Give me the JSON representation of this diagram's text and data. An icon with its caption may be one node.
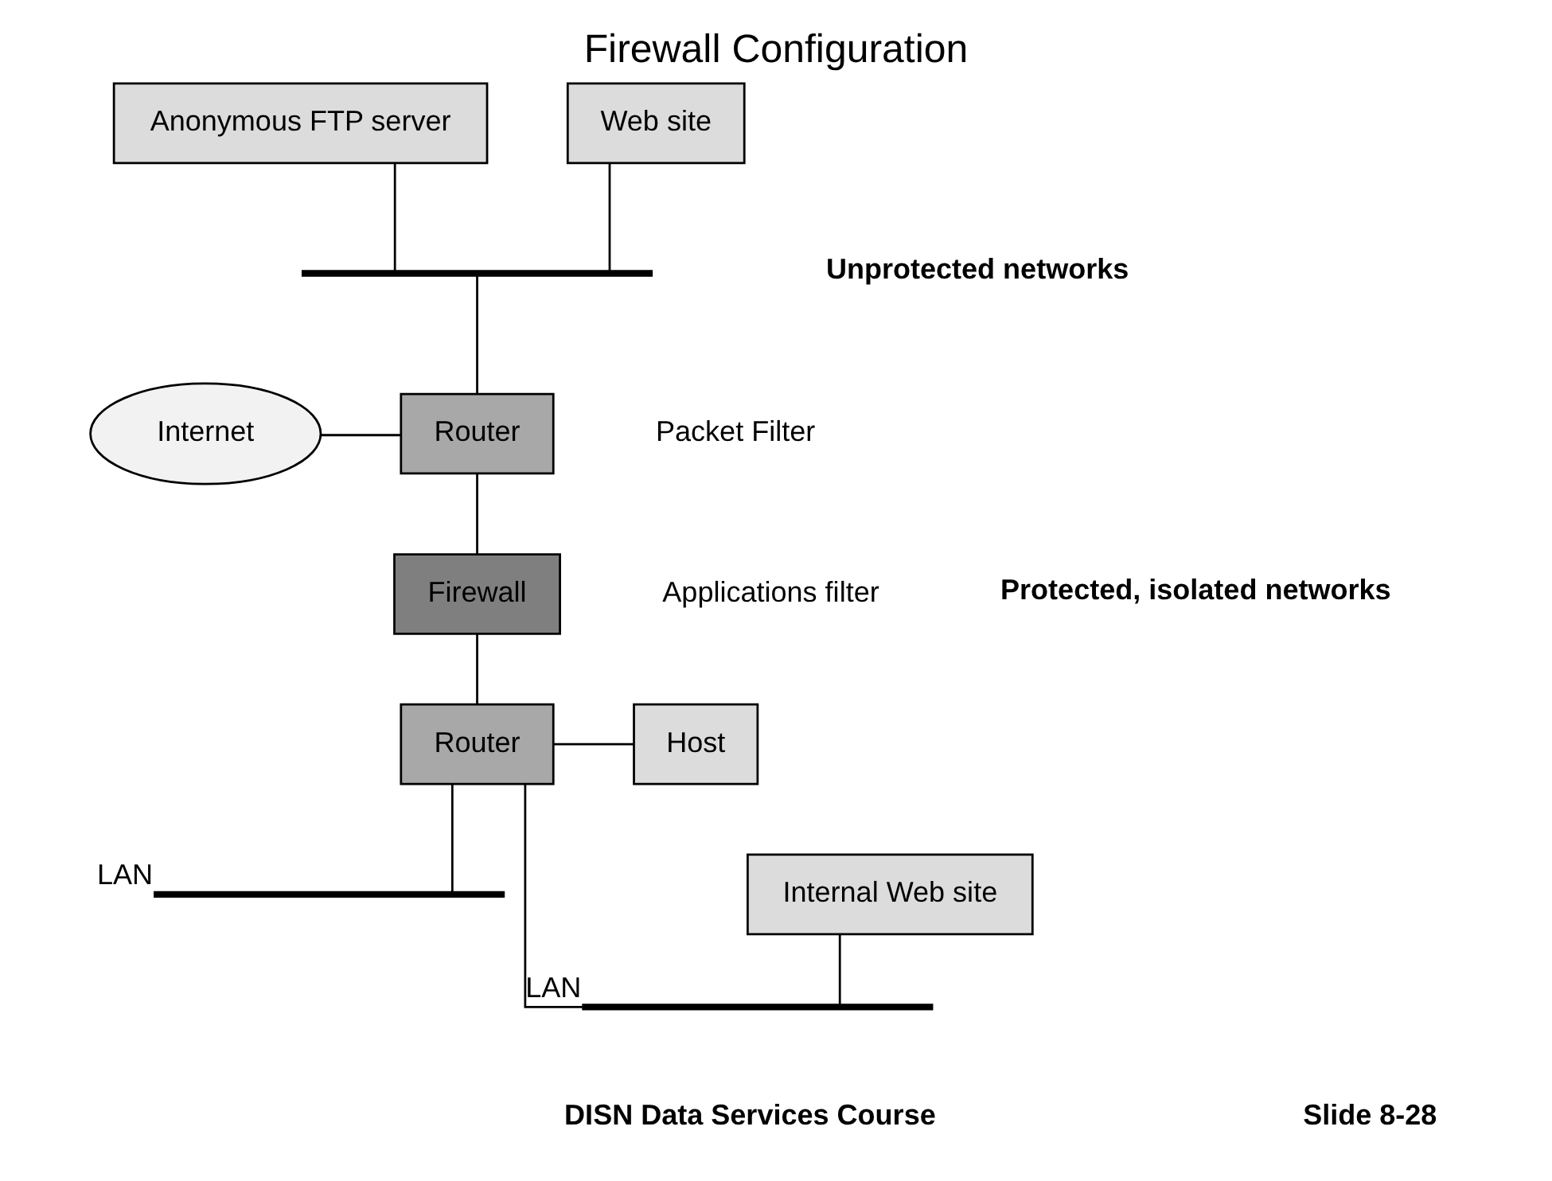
{
  "diagram": {
    "title": "Firewall Configuration",
    "nodes": [
      {
        "text": [
          "Anonymous FTP server"
        ]
      },
      {
        "text": [
          "Web site"
        ]
      },
      {
        "text": [],
        "shape": "bar"
      },
      {
        "text": [
          "Internet"
        ]
      },
      {
        "text": [
          "Router"
        ],
        "beside": [
          "Packet Filter"
        ]
      },
      {
        "text": [
          "Firewall"
        ],
        "beside": [
          "Applications filter"
        ]
      },
      {
        "text": [
          "Router"
        ]
      },
      {
        "text": [
          "Host"
        ]
      },
      {
        "text": [
          "Internal Web site"
        ]
      },
      {
        "text": [],
        "shape": "bar",
        "beside": [
          "LAN"
        ]
      },
      {
        "text": [],
        "shape": "bar",
        "beside": [
          "LAN"
        ]
      }
    ],
    "edges": [
      {
        "from": 0,
        "to": 2,
        "arrow": "none"
      },
      {
        "from": 1,
        "to": 2,
        "arrow": "none"
      },
      {
        "from": 2,
        "to": 4,
        "arrow": "none"
      },
      {
        "from": 3,
        "to": 4,
        "arrow": "none"
      },
      {
        "from": 4,
        "to": 5,
        "arrow": "none"
      },
      {
        "from": 5,
        "to": 6,
        "arrow": "none"
      },
      {
        "from": 6,
        "to": 7,
        "arrow": "none"
      },
      {
        "from": 6,
        "to": 9,
        "arrow": "none"
      },
      {
        "from": 6,
        "to": 10,
        "arrow": "none"
      },
      {
        "from": 8,
        "to": 10,
        "arrow": "none"
      }
    ],
    "labels": [
      "Unprotected networks",
      "Protected, isolated networks",
      "DISN Data Services Course",
      "Slide 8-28"
    ]
  }
}
